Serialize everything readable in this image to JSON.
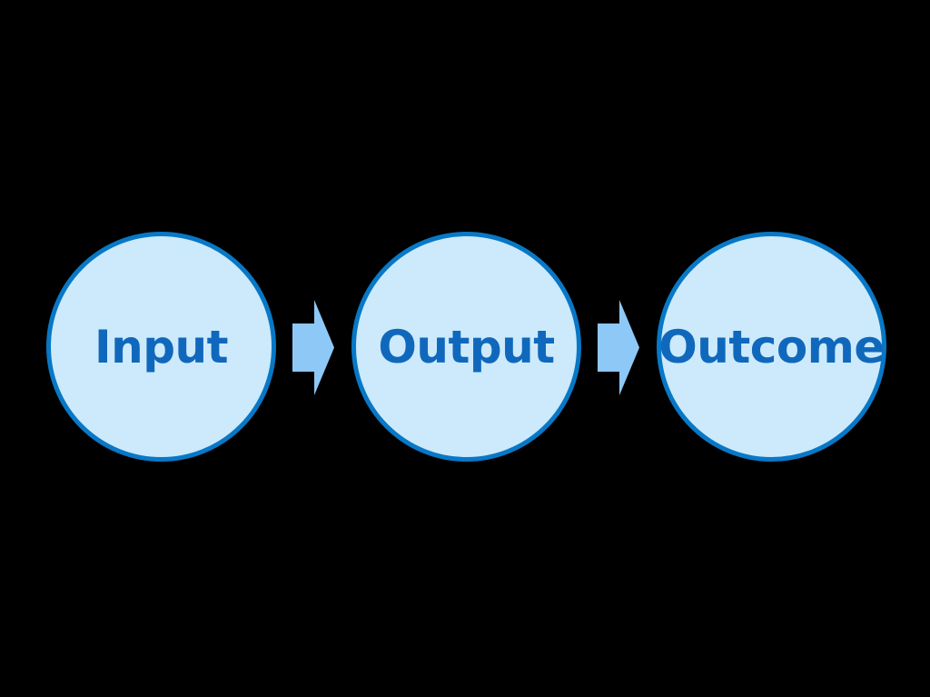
{
  "diagram": {
    "title": "Input Output Outcome flow",
    "background_color": "#000000",
    "type": "linear-flow",
    "node_fill_color": "#CCEAFB",
    "node_stroke_color": "#0878C6",
    "node_label_color": "#1068BC",
    "arrow_fill_color": "#8EC8F6",
    "nodes": [
      {
        "id": "input",
        "label": "Input",
        "shape": "circle",
        "order": 1
      },
      {
        "id": "output",
        "label": "Output",
        "shape": "circle",
        "order": 2
      },
      {
        "id": "outcome",
        "label": "Outcome",
        "shape": "circle",
        "order": 3
      }
    ],
    "connectors": [
      {
        "id": "arrow-1",
        "icon": "block-arrow-right-icon",
        "from": "input",
        "to": "output"
      },
      {
        "id": "arrow-2",
        "icon": "block-arrow-right-icon",
        "from": "output",
        "to": "outcome"
      }
    ]
  }
}
